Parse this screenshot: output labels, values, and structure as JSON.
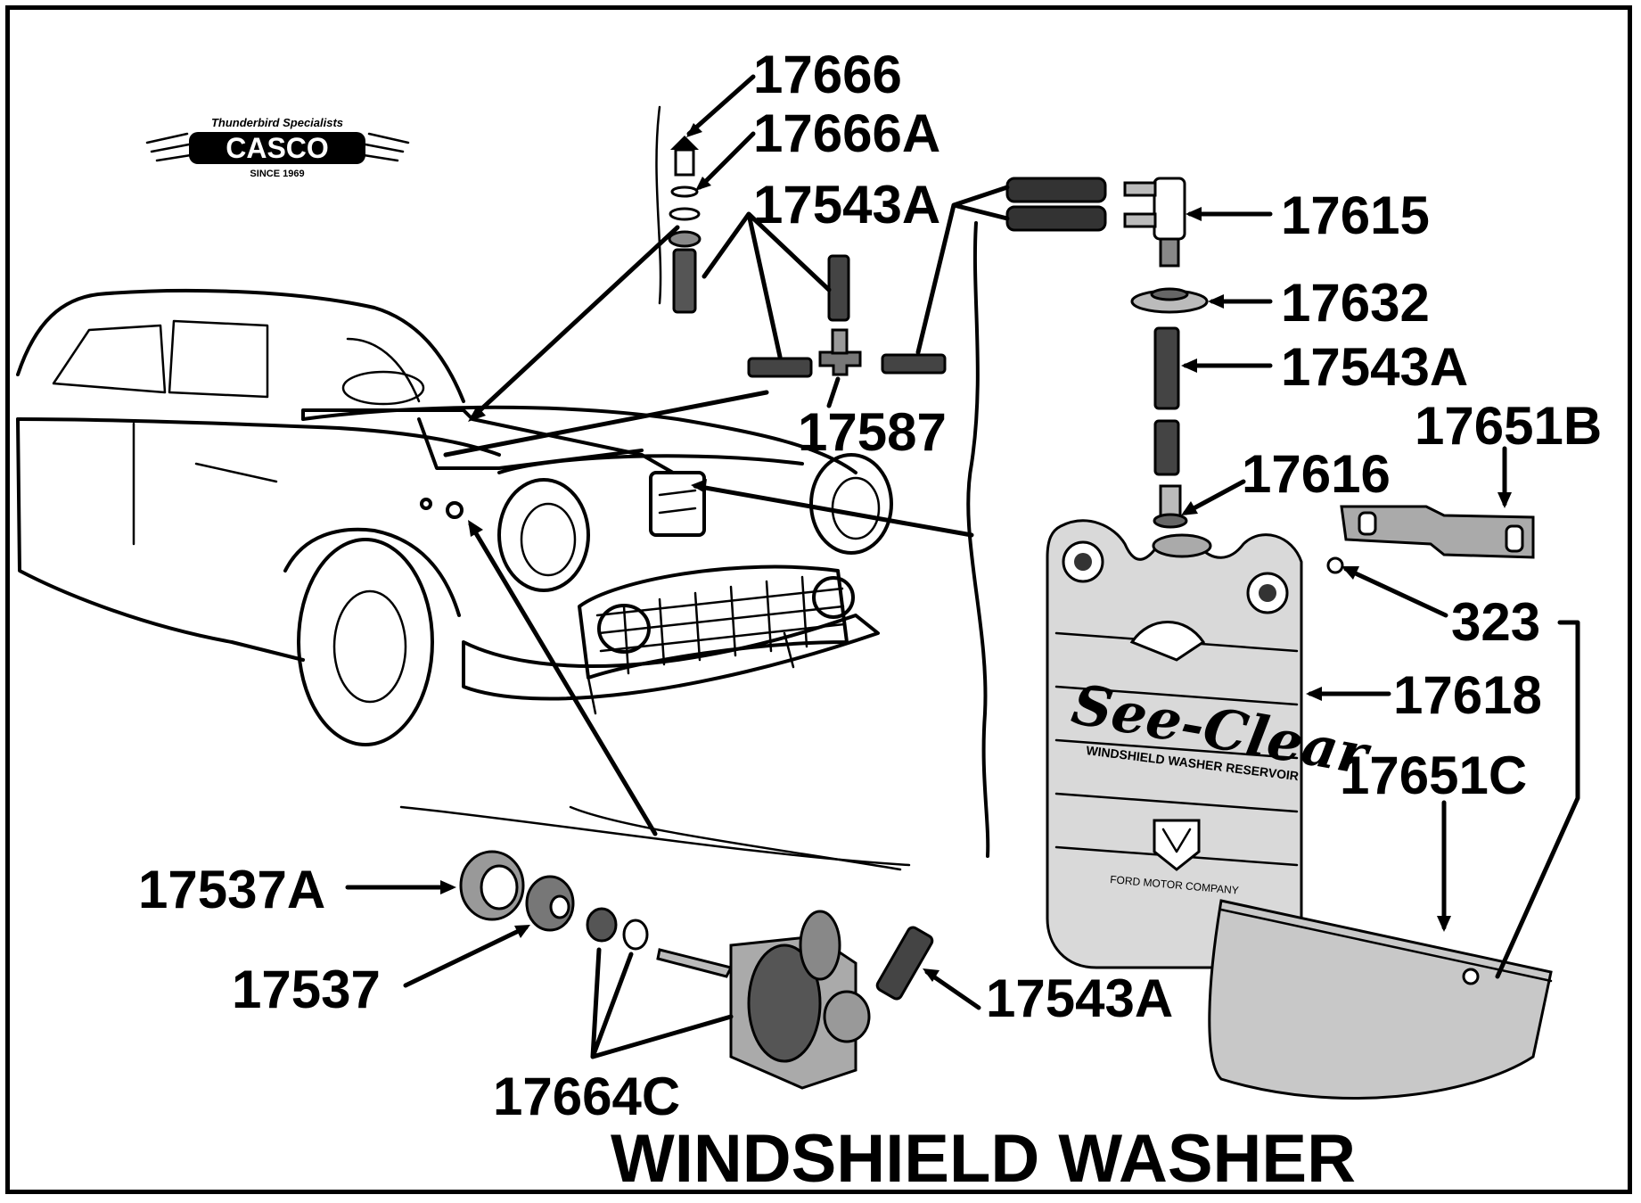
{
  "title": "WINDSHIELD WASHER",
  "logo": {
    "tagline": "Thunderbird Specialists",
    "name": "CASCO",
    "since": "SINCE 1969"
  },
  "callouts": [
    {
      "id": "c17666",
      "text": "17666"
    },
    {
      "id": "c17666a",
      "text": "17666A"
    },
    {
      "id": "c17543a_top",
      "text": "17543A"
    },
    {
      "id": "c17587",
      "text": "17587"
    },
    {
      "id": "c17615",
      "text": "17615"
    },
    {
      "id": "c17632",
      "text": "17632"
    },
    {
      "id": "c17543a_mid",
      "text": "17543A"
    },
    {
      "id": "c17651b",
      "text": "17651B"
    },
    {
      "id": "c17616",
      "text": "17616"
    },
    {
      "id": "c323",
      "text": "323"
    },
    {
      "id": "c17618",
      "text": "17618"
    },
    {
      "id": "c17651c",
      "text": "17651C"
    },
    {
      "id": "c17537a",
      "text": "17537A"
    },
    {
      "id": "c17537",
      "text": "17537"
    },
    {
      "id": "c17543a_bot",
      "text": "17543A"
    },
    {
      "id": "c17664c",
      "text": "17664C"
    }
  ],
  "reservoir_label": {
    "brand": "See-Clear",
    "subtitle": "WINDSHIELD WASHER RESERVOIR",
    "maker": "FORD MOTOR COMPANY"
  }
}
